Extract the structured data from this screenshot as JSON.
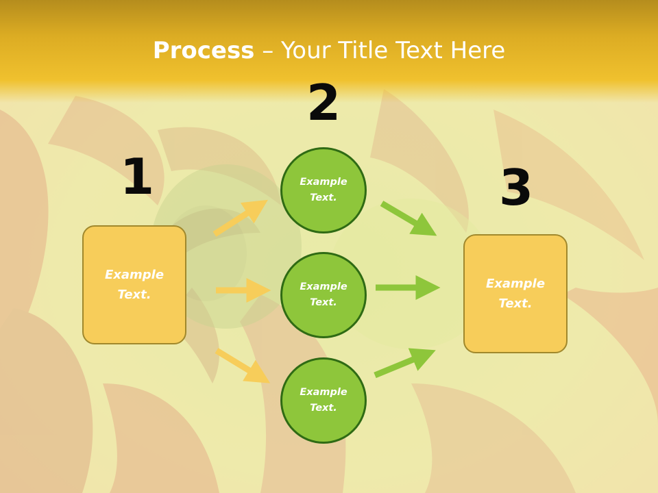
{
  "title": {
    "strong": "Process",
    "rest": " – Your Title Text Here"
  },
  "colors": {
    "title_band": "#f0c12e",
    "box_fill": "#f7cd5a",
    "circle_fill": "#8ec63b",
    "circle_border": "#2f6b14",
    "arrow_yellow": "#f7cd5a",
    "arrow_green": "#8ec63b"
  },
  "steps": {
    "number_1": "1",
    "number_2": "2",
    "number_3": "3"
  },
  "boxes": {
    "left": "Example Text.",
    "right": "Example Text."
  },
  "circles": {
    "top": "Example Text.",
    "middle": "Example Text.",
    "bottom": "Example Text."
  }
}
